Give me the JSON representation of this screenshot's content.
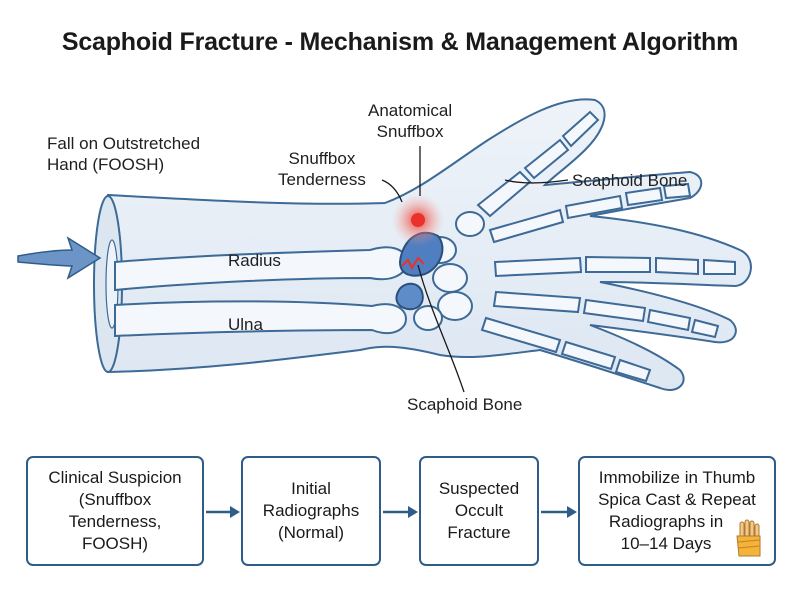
{
  "title": "Scaphoid Fracture - Mechanism & Management Algorithm",
  "labels": {
    "fall": [
      "Fall on Outstretched",
      "Hand (FOOSH)"
    ],
    "anatomical_snuffbox": [
      "Anatomical",
      "Snuffbox"
    ],
    "snuffbox_tenderness": [
      "Snuffbox",
      "Tenderness"
    ],
    "scaphoid_top": "Scaphoid Bone",
    "radius": "Radius",
    "ulna": "Ulna",
    "scaphoid_bottom": "Scaphoid Bone"
  },
  "flow_steps": [
    {
      "lines": [
        "Clinical Suspicion",
        "(Snuffbox",
        "Tenderness,",
        "FOOSH)"
      ]
    },
    {
      "lines": [
        "Initial",
        "Radiographs",
        "(Normal)"
      ]
    },
    {
      "lines": [
        "Suspected",
        "Occult",
        "Fracture"
      ]
    },
    {
      "lines": [
        "Immobilize in Thumb",
        "Spica Cast & Repeat",
        "Radiographs in",
        "10–14 Days"
      ]
    }
  ],
  "colors": {
    "box_border": "#2f5d8a",
    "arrow": "#2f5d8a",
    "bone_outline": "#3d6a96",
    "skin_fill": "#e4edf6",
    "scaphoid_fill": "#4f7fc0",
    "tenderness": "#e8322a"
  },
  "icons": [
    "impact-arrow-icon",
    "cast-hand-icon"
  ]
}
